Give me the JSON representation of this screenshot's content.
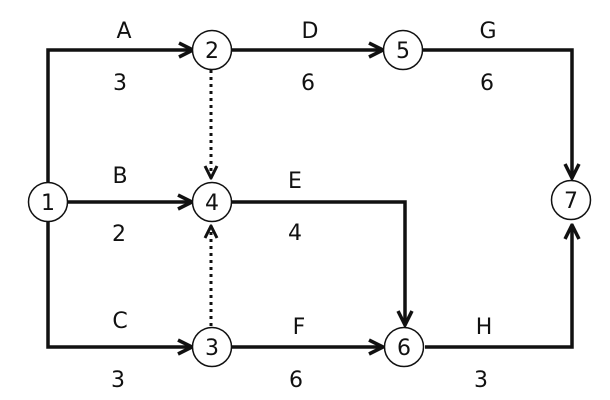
{
  "network": {
    "nodes": [
      {
        "id": "1",
        "label": "1"
      },
      {
        "id": "2",
        "label": "2"
      },
      {
        "id": "3",
        "label": "3"
      },
      {
        "id": "4",
        "label": "4"
      },
      {
        "id": "5",
        "label": "5"
      },
      {
        "id": "6",
        "label": "6"
      },
      {
        "id": "7",
        "label": "7"
      }
    ],
    "activities": [
      {
        "name": "A",
        "duration": "3",
        "from": "1",
        "to": "2"
      },
      {
        "name": "B",
        "duration": "2",
        "from": "1",
        "to": "4"
      },
      {
        "name": "C",
        "duration": "3",
        "from": "1",
        "to": "3"
      },
      {
        "name": "D",
        "duration": "6",
        "from": "2",
        "to": "5"
      },
      {
        "name": "E",
        "duration": "4",
        "from": "4",
        "to": "6"
      },
      {
        "name": "F",
        "duration": "6",
        "from": "3",
        "to": "6"
      },
      {
        "name": "G",
        "duration": "6",
        "from": "5",
        "to": "7"
      },
      {
        "name": "H",
        "duration": "3",
        "from": "6",
        "to": "7"
      }
    ],
    "dummies": [
      {
        "from": "2",
        "to": "4"
      },
      {
        "from": "3",
        "to": "4"
      }
    ],
    "colors": {
      "line": "#111111",
      "node_fill": "#ffffff"
    }
  }
}
